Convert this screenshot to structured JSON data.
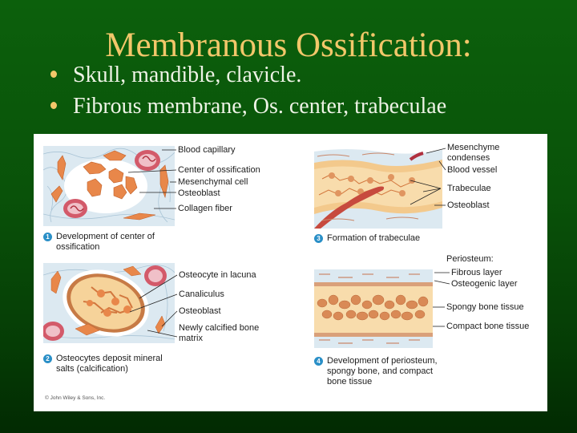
{
  "slide": {
    "title": "Membranous Ossification:",
    "bullets": [
      "Skull, mandible, clavicle.",
      "Fibrous membrane, Os. center, trabeculae"
    ],
    "colors": {
      "background_top": "#0c600c",
      "background_bottom": "#022a02",
      "title": "#f2c76a",
      "bullet_text": "#eef3e6",
      "bullet_marker": "#f2c76a",
      "step_badge": "#2a8fc7"
    }
  },
  "figure": {
    "panels": [
      {
        "step": "1",
        "caption": "Development of center of\nossification",
        "labels": [
          "Blood capillary",
          "Center of ossification",
          "Mesenchymal cell",
          "Osteoblast",
          "Collagen fiber"
        ]
      },
      {
        "step": "2",
        "caption": "Osteocytes deposit mineral\nsalts   (calcification)",
        "labels": [
          "Osteocyte in lacuna",
          "Canaliculus",
          "Osteoblast",
          "Newly calcified bone\nmatrix"
        ]
      },
      {
        "step": "3",
        "caption": "Formation of trabeculae",
        "labels": [
          "Mesenchyme\ncondenses",
          "Blood vessel",
          "Trabeculae",
          "Osteoblast"
        ]
      },
      {
        "step": "4",
        "caption": "Development of periosteum,\nspongy bone, and compact\nbone tissue",
        "labels": [
          "Periosteum:",
          "Fibrous layer",
          "Osteogenic layer",
          "Spongy bone tissue",
          "Compact bone tissue"
        ]
      }
    ],
    "copyright": "© John Wiley & Sons, Inc."
  }
}
